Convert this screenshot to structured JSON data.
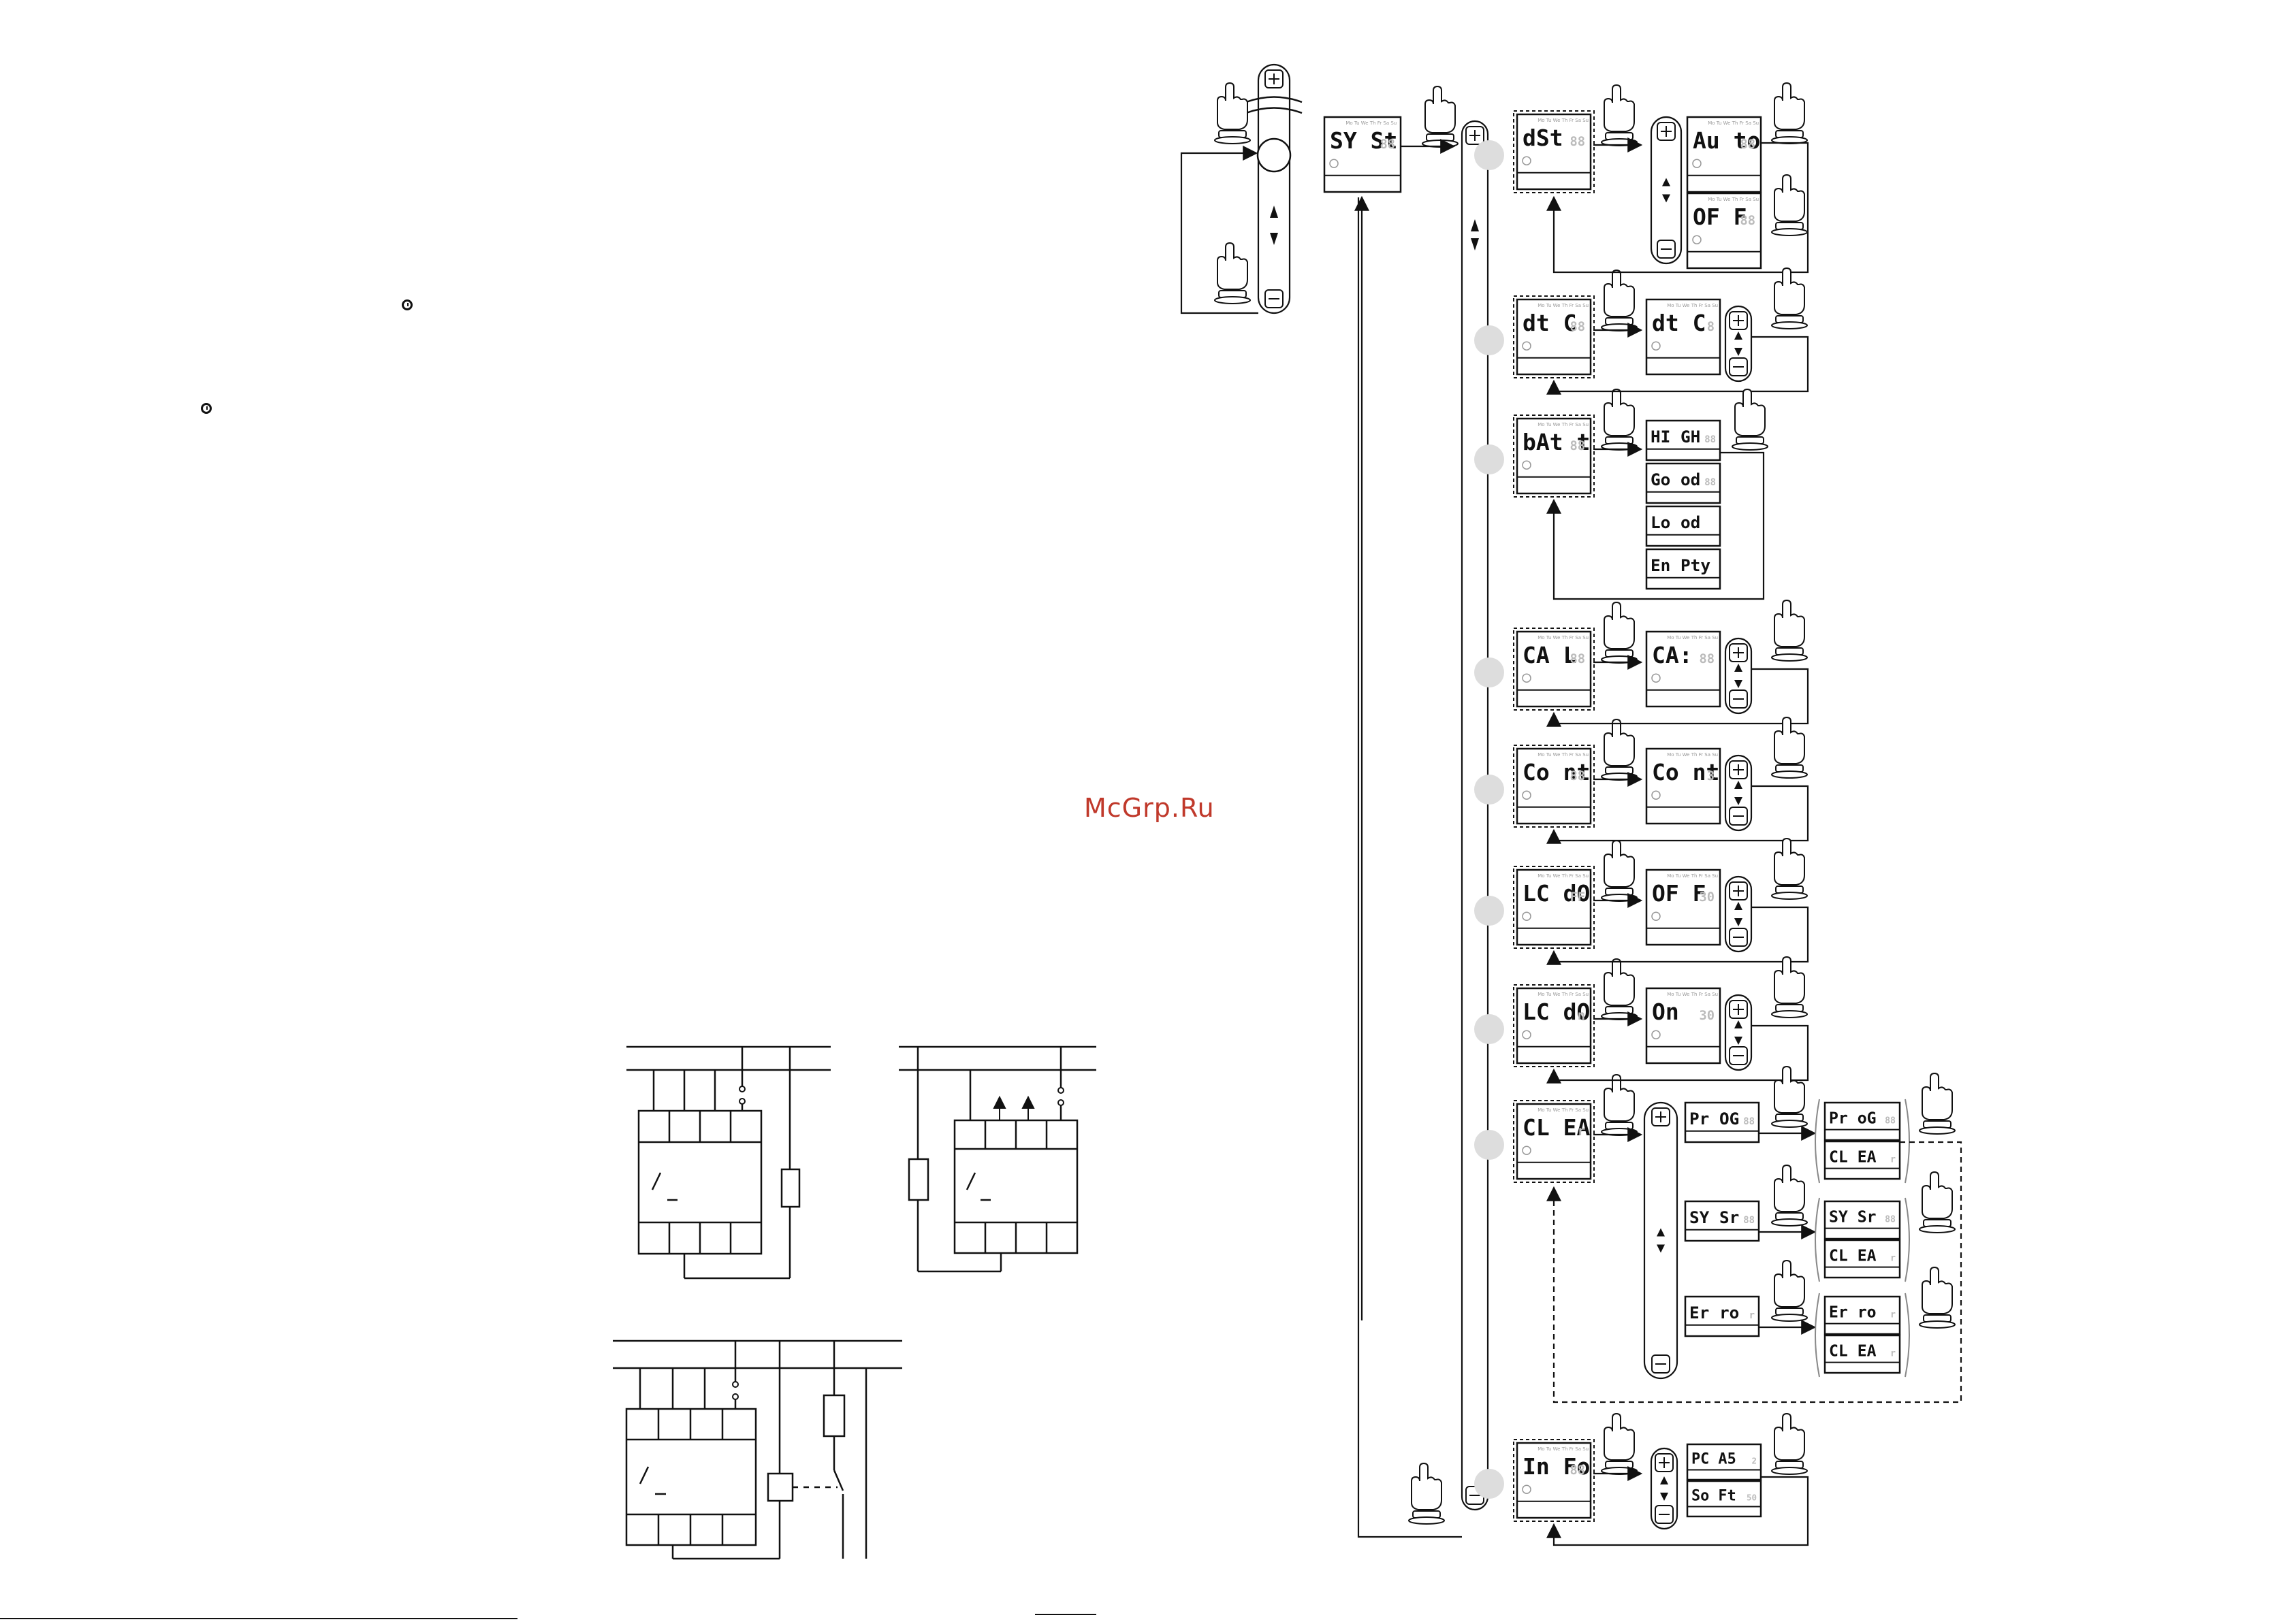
{
  "watermark": "McGrp.Ru",
  "lcd_day_row": "Mo Tu We Th Fr Sa Su",
  "system_screen": {
    "main": "SY St",
    "small": "88"
  },
  "menu": [
    {
      "main": "dSt",
      "small": "88",
      "options": [
        {
          "main": "Au to",
          "small": "88"
        },
        {
          "main": "OF F",
          "small": "88"
        }
      ]
    },
    {
      "main": "dt C",
      "small": "88",
      "options": [
        {
          "main": "dt C",
          "small": "8"
        }
      ]
    },
    {
      "main": "bAt t",
      "small": "88",
      "options": [
        {
          "main": "HI GH",
          "small": "88"
        },
        {
          "main": "Go od",
          "small": "88"
        },
        {
          "main": "Lo od",
          "small": ""
        },
        {
          "main": "En Pty",
          "small": ""
        }
      ]
    },
    {
      "main": "CA L",
      "small": "88",
      "options": [
        {
          "main": "CA:",
          "small": "88"
        }
      ]
    },
    {
      "main": "Co nt",
      "small": "88",
      "options": [
        {
          "main": "Co nt",
          "small": "3"
        }
      ]
    },
    {
      "main": "LC dO",
      "small": "FF",
      "options": [
        {
          "main": "OF F",
          "small": "30"
        }
      ]
    },
    {
      "main": "LC dO",
      "small": "n",
      "options": [
        {
          "main": "On",
          "small": "30"
        }
      ]
    },
    {
      "main": "CL EA",
      "small": "r",
      "options": [
        {
          "main": "Pr OG",
          "small": "88",
          "confirm": [
            {
              "main": "Pr oG",
              "small": "88"
            },
            {
              "main": "CL EA",
              "small": "r"
            }
          ]
        },
        {
          "main": "SY Sr",
          "small": "88",
          "confirm": [
            {
              "main": "SY Sr",
              "small": "88"
            },
            {
              "main": "CL EA",
              "small": "r"
            }
          ]
        },
        {
          "main": "Er ro",
          "small": "r",
          "confirm": [
            {
              "main": "Er ro",
              "small": "r"
            },
            {
              "main": "CL EA",
              "small": "r"
            }
          ]
        }
      ]
    },
    {
      "main": "In Fo",
      "small": "88",
      "options": [
        {
          "main": "PC A5",
          "small": "2"
        },
        {
          "main": "So Ft",
          "small": "50"
        }
      ]
    }
  ]
}
